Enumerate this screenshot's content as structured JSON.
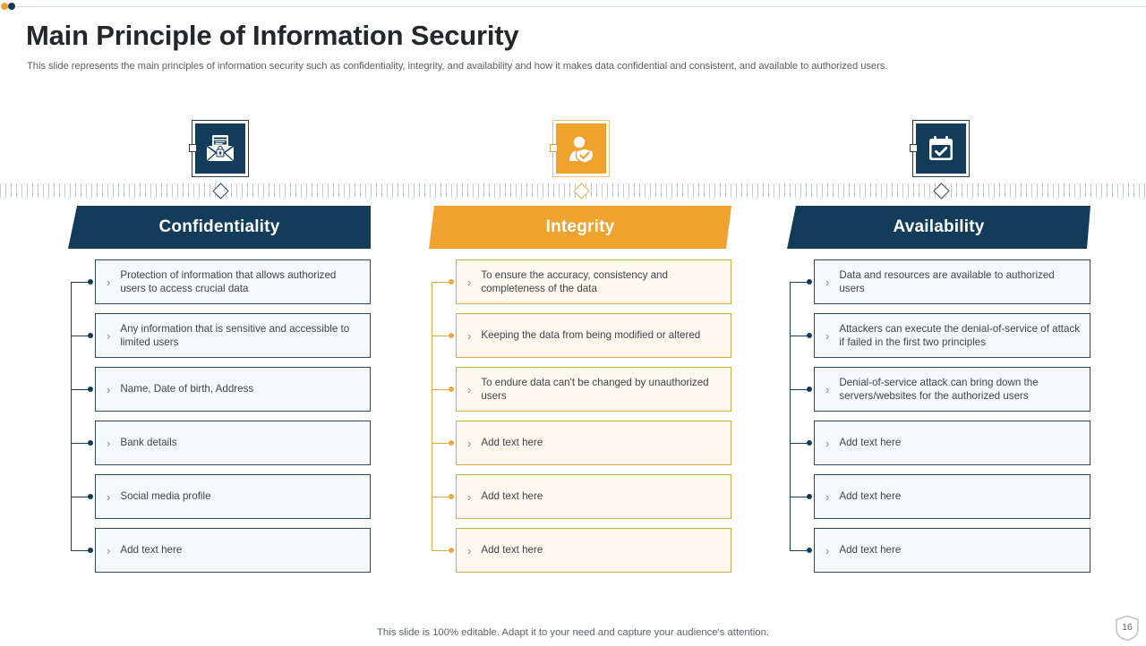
{
  "header": {
    "title": "Main Principle of Information Security",
    "subtitle": "This slide represents the main principles of information security such as confidentiality, integrity,  and availability and how it makes data confidential and consistent, and available to authorized users."
  },
  "colors": {
    "navy": "#123c5a",
    "orange": "#f0a22e",
    "item_navy_fill": "#f6f9fb",
    "item_orange_fill": "#fdf9ef",
    "text": "#3f4347"
  },
  "icons": [
    {
      "name": "email-lock-icon",
      "theme": "navy"
    },
    {
      "name": "user-shield-check-icon",
      "theme": "orange"
    },
    {
      "name": "calendar-check-icon",
      "theme": "navy"
    }
  ],
  "columns": [
    {
      "id": "confidentiality",
      "title": "Confidentiality",
      "theme": "navy",
      "items": [
        "Protection of information  that allows authorized users to access crucial data",
        "Any information  that is sensitive  and accessible to limited users",
        "Name, Date of birth, Address",
        "Bank details",
        "Social media  profile",
        "Add text here"
      ]
    },
    {
      "id": "integrity",
      "title": "Integrity",
      "theme": "orange",
      "items": [
        "To ensure the accuracy, consistency and completeness of the data",
        " Keeping the data from being modified  or altered",
        "To endure  data can't be changed  by unauthorized  users",
        "Add text here",
        "Add text here",
        "Add text here"
      ]
    },
    {
      "id": "availability",
      "title": "Availability",
      "theme": "navy",
      "items": [
        "Data and resources  are available  to authorized users",
        "Attackers can execute the denial-of-service of attack if failed  in the first two  principles",
        "Denial-of-service  attack can bring  down the servers/websites  for the authorized  users",
        "Add text here",
        "Add text here",
        "Add text here"
      ]
    }
  ],
  "bullet_glyph": "›",
  "footer": {
    "note": "This slide is 100% editable. Adapt it to your need and capture your audience's attention.",
    "page_number": "16"
  }
}
